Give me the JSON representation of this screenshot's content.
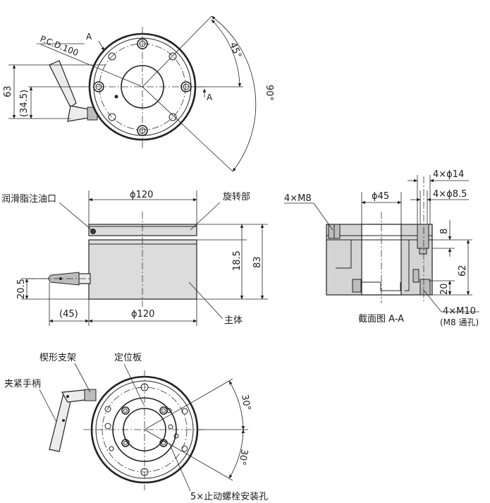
{
  "top_view": {
    "section_mark": "A",
    "pcd_label": "P.C.D.100",
    "dim_63": "63",
    "dim_34_5": "(34.5)",
    "angle_45": "45°",
    "angle_90": "90°"
  },
  "front_view": {
    "lube_port": "润滑脂注油口",
    "rotating_part": "旋转部",
    "main_body": "主体",
    "dia_top": "ϕ120",
    "dia_bottom": "ϕ120",
    "dim_18_5": "18.5",
    "dim_83": "83",
    "dim_20_5": "20.5",
    "dim_45": "(45)"
  },
  "section_view": {
    "caption": "截面图 A-A",
    "holes_m8": "4×M8",
    "dia_45": "ϕ45",
    "holes_14": "4×ϕ14",
    "holes_8_5": "4×ϕ8.5",
    "dim_8": "8",
    "dim_62": "62",
    "dim_20": "20",
    "holes_m10": "4×M10",
    "m8_through": "(M8 通孔)"
  },
  "bottom_view": {
    "wedge_bracket": "楔形支架",
    "locating_plate": "定位板",
    "clamp_handle": "夹紧手柄",
    "angle_30_a": "30°",
    "angle_30_b": "30°",
    "stop_bolt_holes": "5×止动螺栓安装孔"
  }
}
